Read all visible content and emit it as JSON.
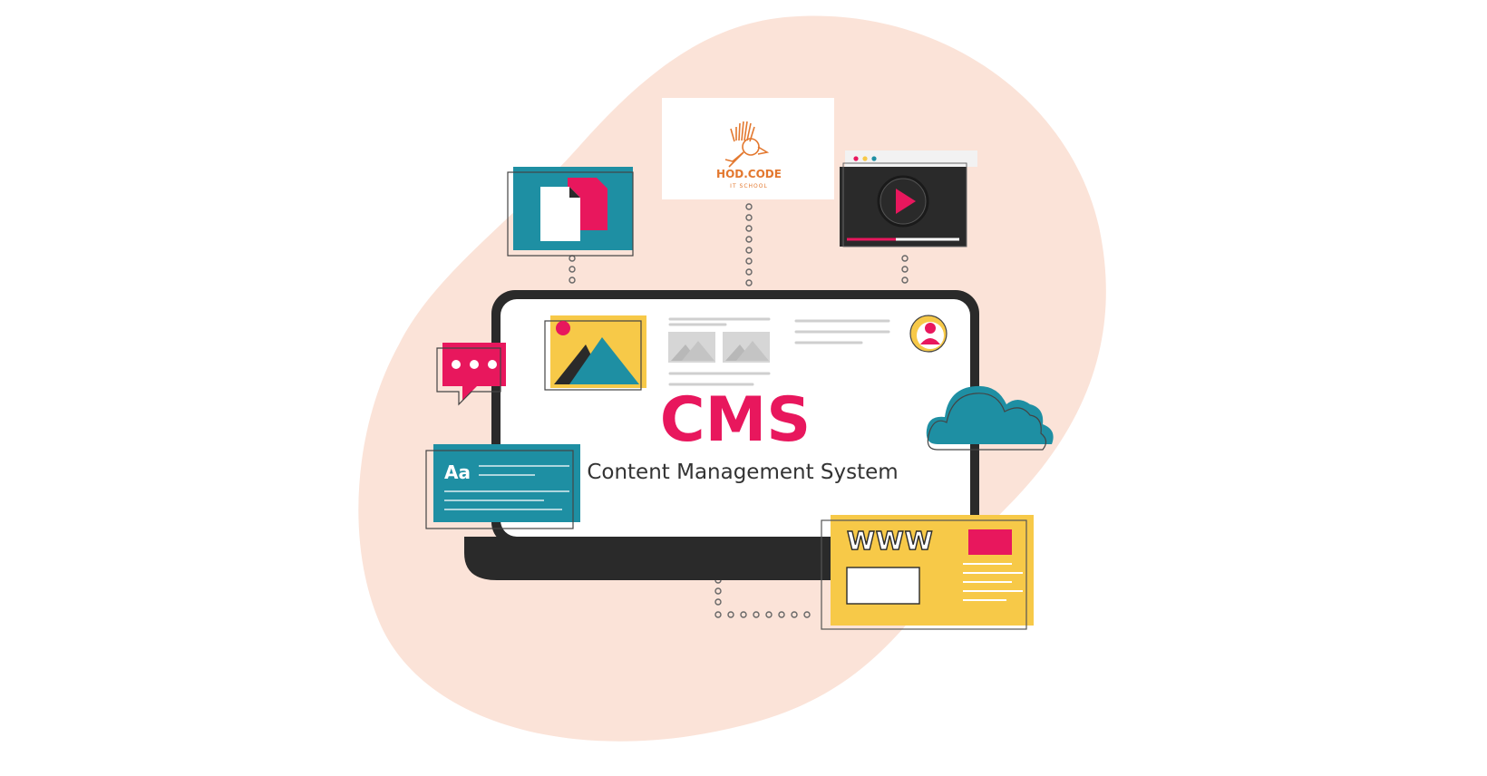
{
  "screen": {
    "title": "CMS",
    "subtitle": "Content Management System"
  },
  "logo_card": {
    "brand": "HOD.CODE",
    "tagline": "IT SCHOOL"
  },
  "typography_card": {
    "sample": "Aa"
  },
  "web_card": {
    "label": "WWW"
  },
  "colors": {
    "blob": "#fbe3d8",
    "accent_pink": "#e8175d",
    "teal": "#1e8fa3",
    "dark": "#2a2a2a",
    "yellow": "#f7c948",
    "orange": "#e3782f",
    "grey": "#c9c9c9"
  },
  "icons": [
    "documents-icon",
    "logo-card",
    "video-player-icon",
    "chat-bubble-icon",
    "image-icon",
    "user-avatar-icon",
    "cloud-icon",
    "text-editor-icon",
    "web-page-icon"
  ]
}
